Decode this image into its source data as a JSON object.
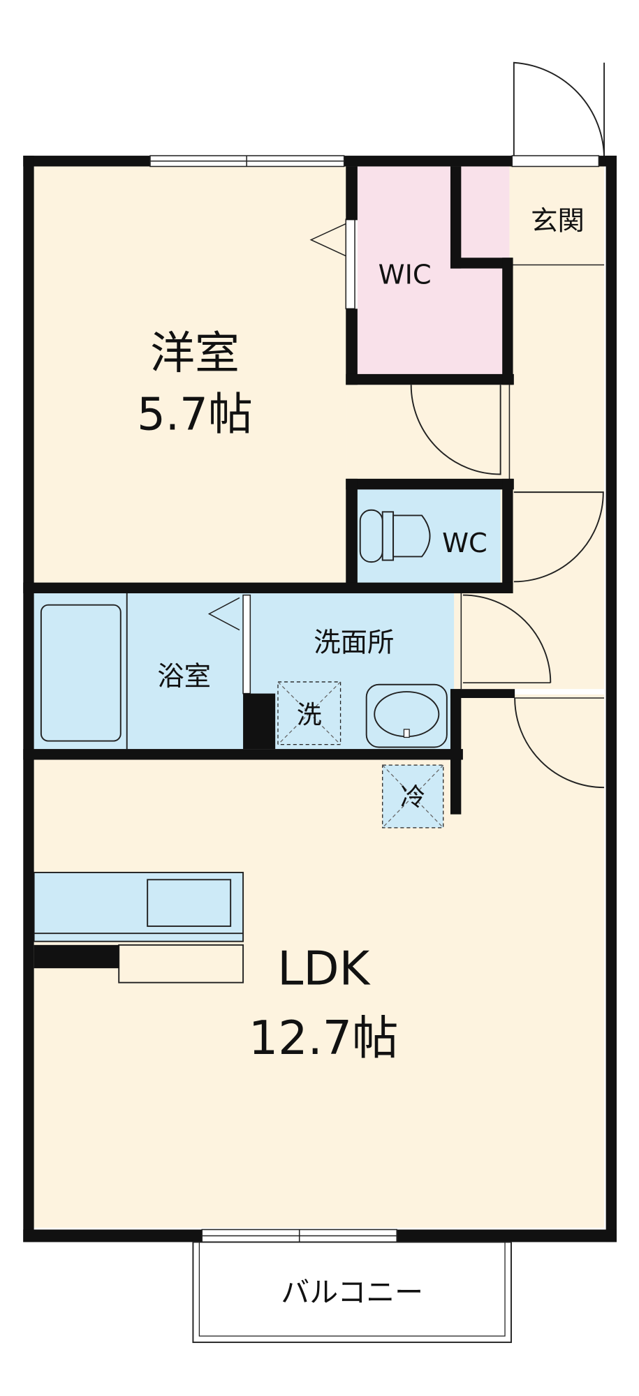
{
  "rooms": {
    "western_room": {
      "name": "洋室",
      "size": "5.7帖"
    },
    "wic": {
      "name": "WIC"
    },
    "entrance": {
      "name": "玄関"
    },
    "toilet": {
      "name": "WC"
    },
    "bathroom": {
      "name": "浴室"
    },
    "washroom": {
      "name": "洗面所"
    },
    "ldk": {
      "name": "LDK",
      "size": "12.7帖"
    },
    "balcony": {
      "name": "バルコニー"
    }
  },
  "fixtures": {
    "washer_space": "洗",
    "fridge_space": "冷"
  },
  "colors": {
    "floor": "#fdf3df",
    "wet_area": "#cdeaf7",
    "closet": "#f9e1ea",
    "wall": "#111111"
  }
}
